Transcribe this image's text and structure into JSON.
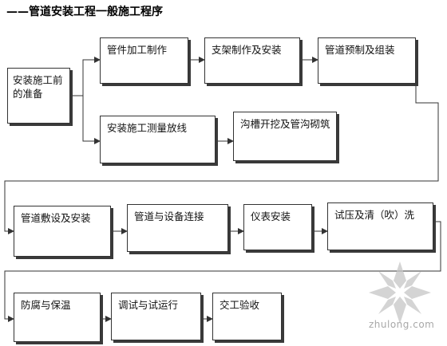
{
  "title": "——管道安装工程一般施工程序",
  "boxes": {
    "start": "安装施工前的准备",
    "pipe_fabrication": "管件加工制作",
    "support_fabrication": "支架制作及安装",
    "pipe_prefab": "管道预制及组装",
    "survey": "安装施工测量放线",
    "trench": "沟槽开挖及管沟砌筑",
    "laying": "管道敷设及安装",
    "equipment_connect": "管道与设备连接",
    "instrument": "仪表安装",
    "pressure_test": "试压及清（吹）洗",
    "anticorrosion": "防腐与保温",
    "trial_run": "调试与试运行",
    "acceptance": "交工验收"
  },
  "watermark": {
    "text": "zhulong.com",
    "color": "#b0b0b0"
  },
  "colors": {
    "line": "#333333",
    "shadow": "#3a3a3a"
  }
}
